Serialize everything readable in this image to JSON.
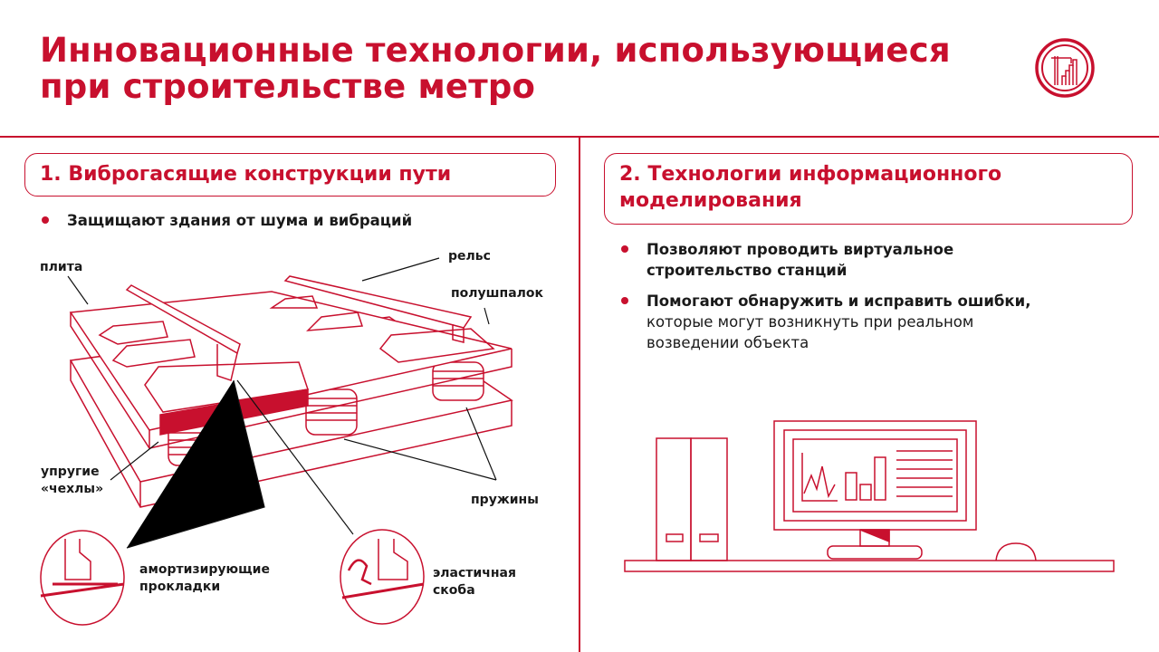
{
  "title": {
    "line1": "Инновационные технологии, использующиеся",
    "line2": "при строительстве метро"
  },
  "logo": {
    "icon": "construction-crane-building-logo"
  },
  "section1": {
    "heading": "1. Виброгасящие конструкции пути",
    "bullet": "Защищают здания от шума и вибраций",
    "labels": {
      "plate": "плита",
      "rail": "рельс",
      "half_sleeper": "полушпалок",
      "covers_1": "упругие",
      "covers_2": "«чехлы»",
      "springs": "пружины",
      "pads_1": "амортизирующие",
      "pads_2": "прокладки",
      "clip_1": "эластичная",
      "clip_2": "скоба"
    }
  },
  "section2": {
    "heading_1": "2. Технологии информационного",
    "heading_2": "моделирования",
    "bullets": [
      {
        "bold_1": "Позволяют проводить виртуальное",
        "bold_2": "строительство станций"
      },
      {
        "bold": "Помогают обнаружить и исправить ошибки,",
        "rest_1": "которые могут возникнуть при реальном",
        "rest_2": "возведении объекта"
      }
    ]
  },
  "colors": {
    "accent": "#c8102e",
    "text": "#1a1a1a"
  }
}
